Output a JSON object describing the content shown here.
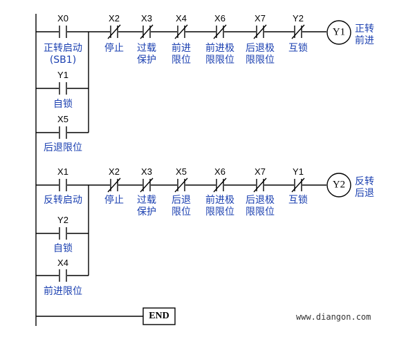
{
  "rung1": {
    "coil": {
      "name": "Y1",
      "label_line1": "正转",
      "label_line2": "前进"
    },
    "contacts": [
      {
        "tag": "X0",
        "label_line1": "正转启动",
        "label_line2": "(SB1)"
      },
      {
        "tag": "X2",
        "label_line1": "停止",
        "label_line2": ""
      },
      {
        "tag": "X3",
        "label_line1": "过载",
        "label_line2": "保护"
      },
      {
        "tag": "X4",
        "label_line1": "前进",
        "label_line2": "限位"
      },
      {
        "tag": "X6",
        "label_line1": "前进极",
        "label_line2": "限限位"
      },
      {
        "tag": "X7",
        "label_line1": "后退极",
        "label_line2": "限限位"
      },
      {
        "tag": "Y2",
        "label_line1": "互锁",
        "label_line2": ""
      }
    ],
    "branches": [
      {
        "tag": "Y1",
        "label": "自锁"
      },
      {
        "tag": "X5",
        "label": "后退限位"
      }
    ]
  },
  "rung2": {
    "coil": {
      "name": "Y2",
      "label_line1": "反转",
      "label_line2": "后退"
    },
    "contacts": [
      {
        "tag": "X1",
        "label_line1": "反转启动",
        "label_line2": ""
      },
      {
        "tag": "X2",
        "label_line1": "停止",
        "label_line2": ""
      },
      {
        "tag": "X3",
        "label_line1": "过载",
        "label_line2": "保护"
      },
      {
        "tag": "X5",
        "label_line1": "后退",
        "label_line2": "限位"
      },
      {
        "tag": "X6",
        "label_line1": "前进极",
        "label_line2": "限限位"
      },
      {
        "tag": "X7",
        "label_line1": "后退极",
        "label_line2": "限限位"
      },
      {
        "tag": "Y1",
        "label_line1": "互锁",
        "label_line2": ""
      }
    ],
    "branches": [
      {
        "tag": "Y2",
        "label": "自锁"
      },
      {
        "tag": "X4",
        "label": "前进限位"
      }
    ]
  },
  "end_label": "END",
  "watermark": "www.diangon.com"
}
